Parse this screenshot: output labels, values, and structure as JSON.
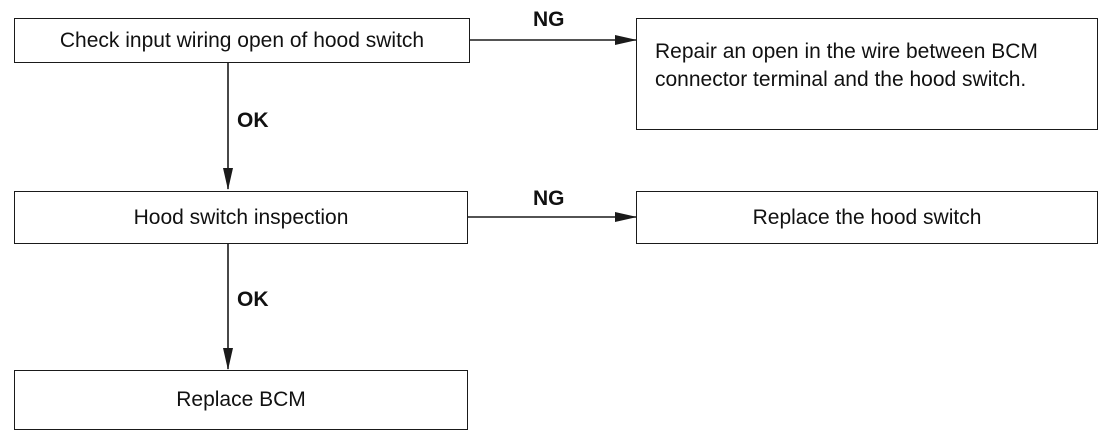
{
  "flowchart": {
    "steps": {
      "check_wiring": "Check input wiring open of hood switch",
      "repair_open": "Repair an open in the wire between BCM connector terminal and the hood switch.",
      "hood_inspection": "Hood switch inspection",
      "replace_hood_switch": "Replace the hood switch",
      "replace_bcm": "Replace BCM"
    },
    "edge_labels": {
      "ng_1": "NG",
      "ok_1": "OK",
      "ng_2": "NG",
      "ok_2": "OK"
    },
    "colors": {
      "line": "#1a1a1a",
      "background": "#ffffff"
    }
  }
}
